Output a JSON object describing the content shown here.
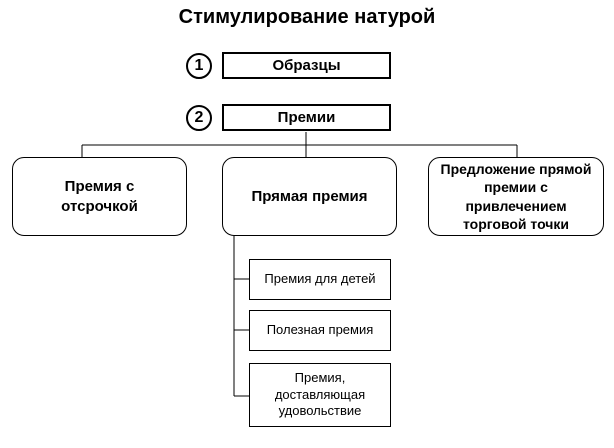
{
  "title": "Стимулирование натурой",
  "items": [
    {
      "number": "1",
      "label": "Образцы"
    },
    {
      "number": "2",
      "label": "Премии"
    }
  ],
  "premium_types": [
    "Премия с отсрочкой",
    "Прямая премия",
    "Предложение прямой премии с привлечением торговой точки"
  ],
  "direct_premium_subtypes": [
    "Премия для детей",
    "Полезная премия",
    "Премия, доставляющая удовольствие"
  ]
}
